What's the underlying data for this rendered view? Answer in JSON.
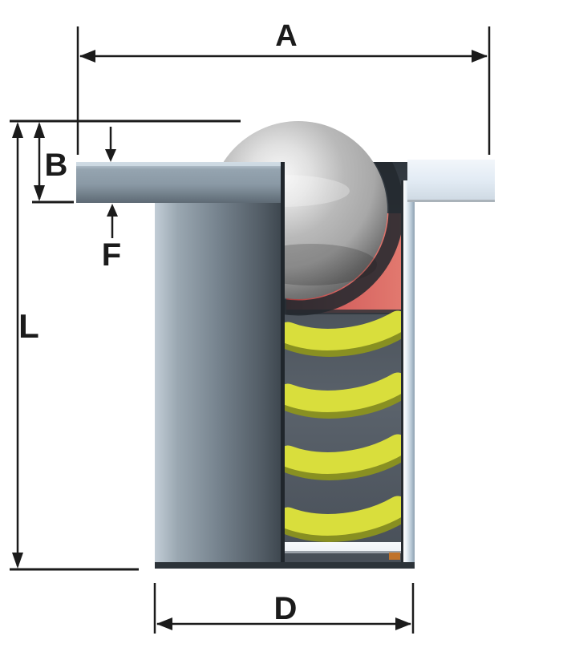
{
  "diagram": {
    "type": "technical-cross-section",
    "subject": "spring-loaded ball transfer unit, cut-away view",
    "dimensions": {
      "a": "A",
      "b": "B",
      "f": "F",
      "l": "L",
      "d": "D"
    },
    "colors": {
      "background": "#ffffff",
      "dimension": "#1b1b1b",
      "spring": "#d9de3c",
      "spring_shadow": "#8f961b",
      "pressure_piece": "#d5625f",
      "pressure_piece_dark": "#9e3c3c",
      "pressure_piece_light": "#e2796f",
      "washer": "#eef2f6",
      "seal": "#c0732b",
      "flange_left_mid": "#8a99a5",
      "flange_right_mid": "#e2ebf4",
      "cylinder_dark": "#3c454d",
      "interior_mid": "#5a626b",
      "cup_wall": "#e8f0f6",
      "ball_mid": "#a8a8a8",
      "shadow_dark": "#23292f"
    }
  }
}
